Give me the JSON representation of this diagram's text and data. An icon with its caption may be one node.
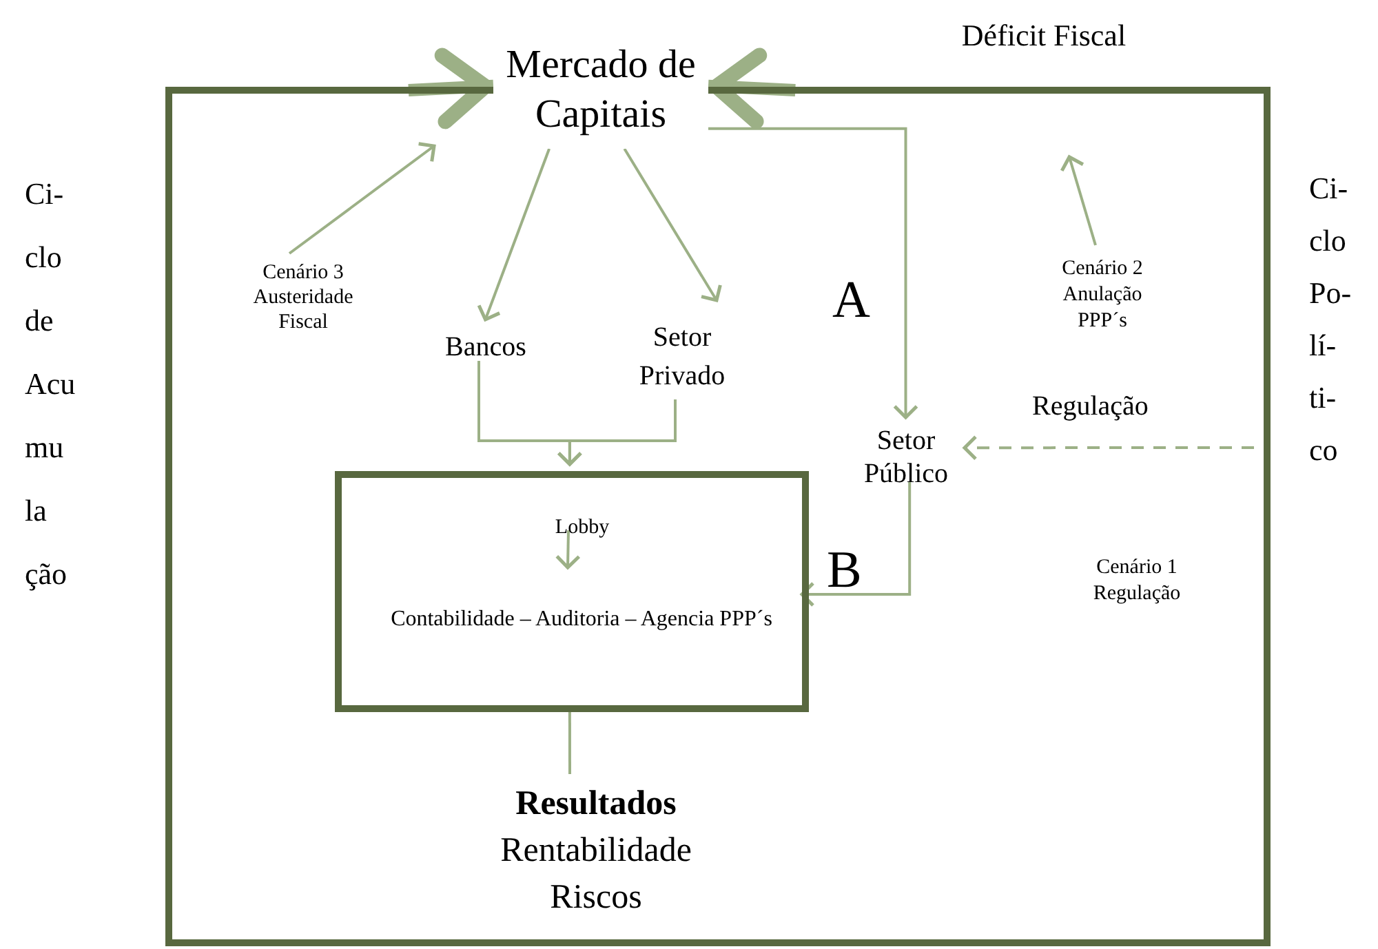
{
  "diagram": {
    "nodes": [
      {
        "text": [],
        "shape": "box"
      },
      {
        "text": [
          "Mercado de Capitais"
        ]
      },
      {
        "text": [
          "Cenário 3 Austeridade Fiscal"
        ],
        "in": 0
      },
      {
        "text": [
          "Bancos"
        ],
        "in": 0
      },
      {
        "text": [
          "Setor Privado"
        ],
        "in": 0
      },
      {
        "text": [
          "Setor Público"
        ],
        "in": 0
      },
      {
        "text": [
          "Cenário 2 Anulação PPP´s"
        ],
        "in": 0
      },
      {
        "text": [
          "Cenário 1 Regulação"
        ],
        "in": 0
      },
      {
        "text": [],
        "shape": "box",
        "in": 0
      },
      {
        "text": [
          "Lobby"
        ],
        "in": 8
      },
      {
        "text": [
          "Contabilidade – Auditoria – Agencia PPP´s"
        ],
        "in": 8
      },
      {
        "text": [
          "Resultados",
          "Rentabilidade Riscos"
        ],
        "in": 0
      }
    ],
    "edges": [
      {
        "from": 0,
        "to": 1,
        "arrow": "to",
        "style": "thick"
      },
      {
        "from": 0,
        "to": 1,
        "arrow": "to",
        "style": "thick"
      },
      {
        "from": 2,
        "to": 1,
        "arrow": "to"
      },
      {
        "from": 1,
        "to": 3,
        "arrow": "to"
      },
      {
        "from": 1,
        "to": 4,
        "arrow": "to"
      },
      {
        "from": 1,
        "to": 5,
        "arrow": "to"
      },
      {
        "from": 6,
        "to": null,
        "arrow": "to"
      },
      {
        "from": null,
        "to": 5,
        "arrow": "to",
        "label": "Regulação",
        "style": "dashed"
      },
      {
        "from": 3,
        "to": 8,
        "arrow": "to"
      },
      {
        "from": 4,
        "to": 8,
        "arrow": "to"
      },
      {
        "from": 5,
        "to": 8,
        "arrow": "to"
      },
      {
        "from": 9,
        "to": 10,
        "arrow": "to"
      },
      {
        "from": 8,
        "to": 11,
        "arrow": "none"
      }
    ],
    "labels": [
      "Déficit Fiscal",
      "Ci- clo de Acu mu la ção",
      "Ci- clo Po- lí- ti- co",
      "A",
      "B"
    ]
  }
}
